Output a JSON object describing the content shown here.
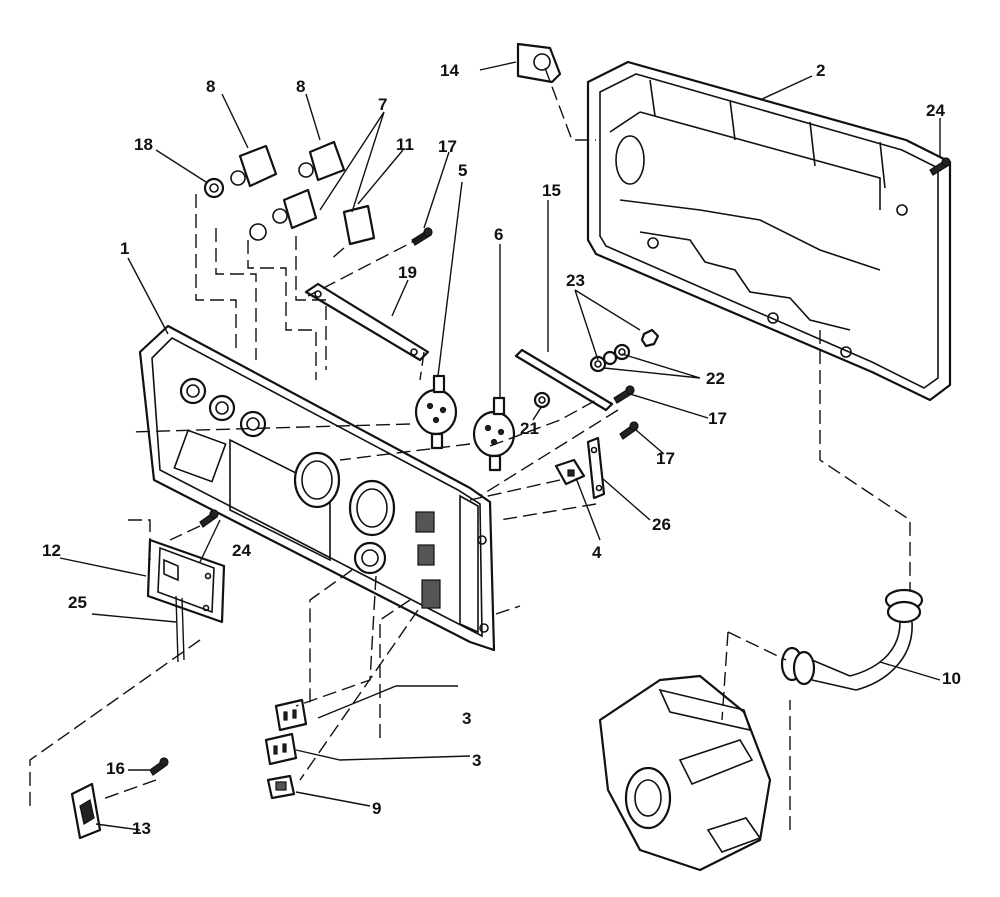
{
  "callouts": [
    {
      "id": "c1",
      "text": "1"
    },
    {
      "id": "c2",
      "text": "2"
    },
    {
      "id": "c3a",
      "text": "3"
    },
    {
      "id": "c3b",
      "text": "3"
    },
    {
      "id": "c4",
      "text": "4"
    },
    {
      "id": "c5",
      "text": "5"
    },
    {
      "id": "c6",
      "text": "6"
    },
    {
      "id": "c7",
      "text": "7"
    },
    {
      "id": "c8a",
      "text": "8"
    },
    {
      "id": "c8b",
      "text": "8"
    },
    {
      "id": "c9",
      "text": "9"
    },
    {
      "id": "c10",
      "text": "10"
    },
    {
      "id": "c11",
      "text": "11"
    },
    {
      "id": "c12",
      "text": "12"
    },
    {
      "id": "c13",
      "text": "13"
    },
    {
      "id": "c14",
      "text": "14"
    },
    {
      "id": "c15",
      "text": "15"
    },
    {
      "id": "c16",
      "text": "16"
    },
    {
      "id": "c17a",
      "text": "17"
    },
    {
      "id": "c17b",
      "text": "17"
    },
    {
      "id": "c17c",
      "text": "17"
    },
    {
      "id": "c18",
      "text": "18"
    },
    {
      "id": "c19",
      "text": "19"
    },
    {
      "id": "c21",
      "text": "21"
    },
    {
      "id": "c22",
      "text": "22"
    },
    {
      "id": "c23",
      "text": "23"
    },
    {
      "id": "c24a",
      "text": "24"
    },
    {
      "id": "c24b",
      "text": "24"
    },
    {
      "id": "c25",
      "text": "25"
    },
    {
      "id": "c26",
      "text": "26"
    }
  ]
}
